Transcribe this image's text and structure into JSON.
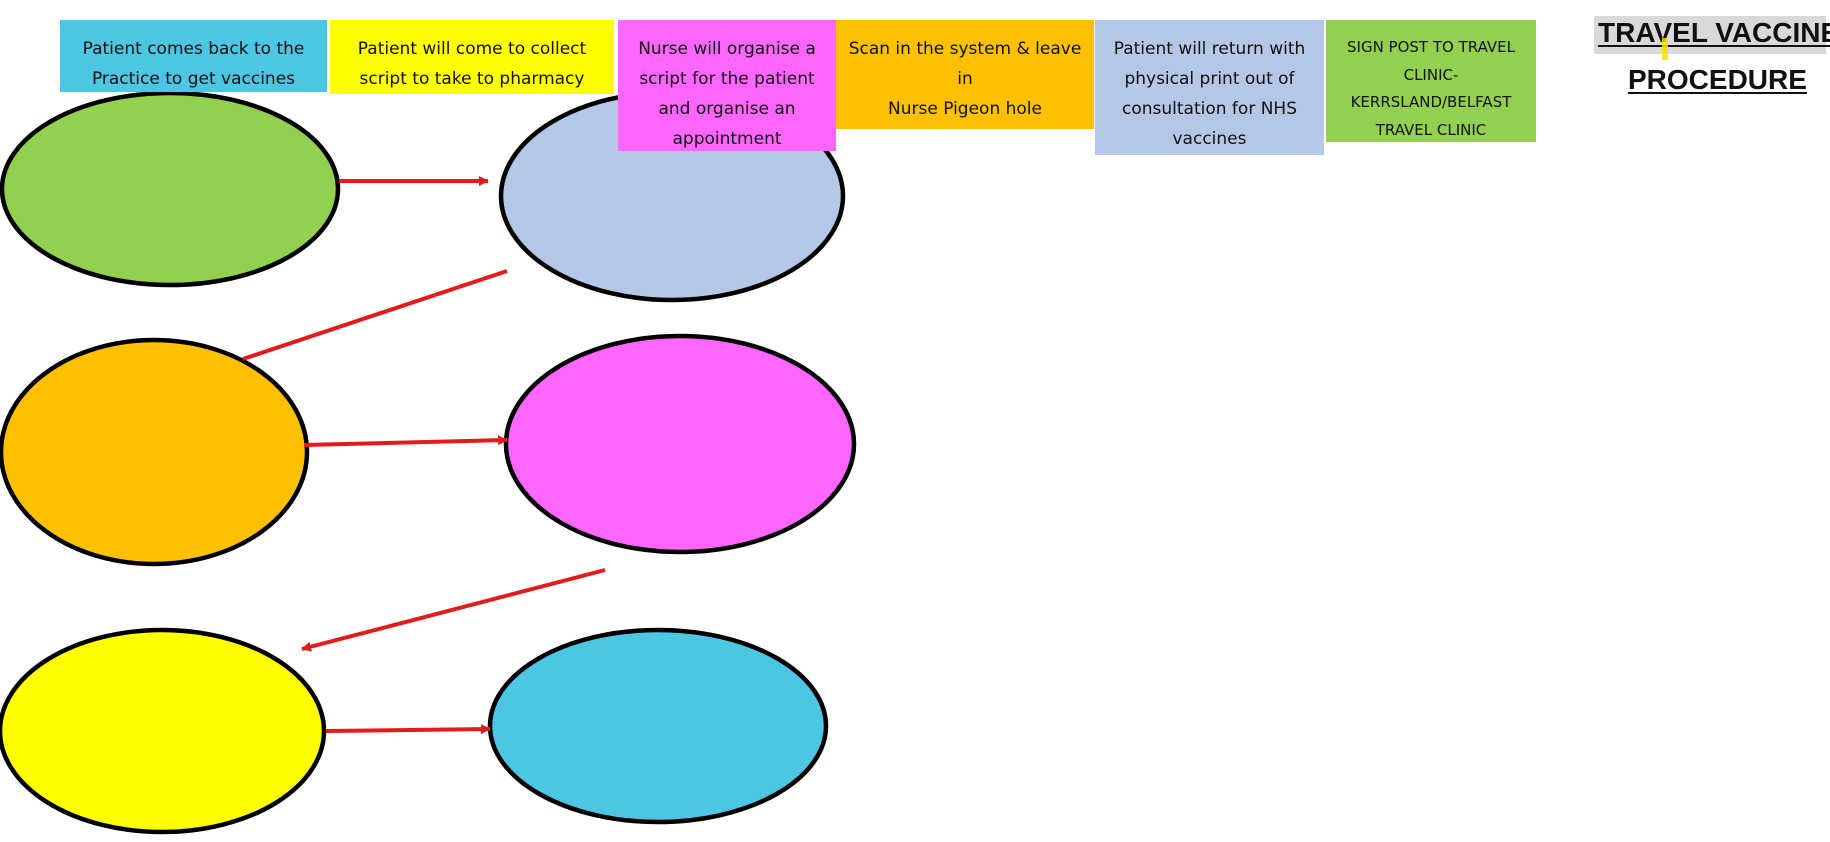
{
  "title": {
    "line1": "TRAVEL VACCINE",
    "line2": "PROCEDURE"
  },
  "legend": [
    {
      "key": "cyan",
      "color": "#4dc6e4",
      "lines": [
        "Patient comes back to the",
        "Practice to get vaccines"
      ]
    },
    {
      "key": "yellow",
      "color": "#ffff00",
      "lines": [
        "Patient will come to collect",
        "script to take to pharmacy"
      ]
    },
    {
      "key": "magenta",
      "color": "#ff66ff",
      "lines": [
        "Nurse will organise a",
        "script for the patient",
        "and organise an",
        "appointment"
      ]
    },
    {
      "key": "orange",
      "color": "#ffc000",
      "lines": [
        "Scan in the system & leave in",
        "Nurse Pigeon hole"
      ]
    },
    {
      "key": "lightblue",
      "color": "#b4c7e7",
      "lines": [
        "Patient will return with",
        "physical print out of",
        "consultation for NHS",
        "vaccines"
      ]
    },
    {
      "key": "green",
      "color": "#92d050",
      "lines": [
        "SIGN POST TO TRAVEL",
        "CLINIC-",
        "KERRSLAND/BELFAST",
        "TRAVEL CLINIC"
      ]
    }
  ],
  "flow": {
    "nodes": [
      {
        "id": "green-start",
        "color": "#92d050"
      },
      {
        "id": "lightblue-return",
        "color": "#b4c7e7"
      },
      {
        "id": "orange-scan",
        "color": "#ffc000"
      },
      {
        "id": "magenta-nurse",
        "color": "#ff66ff"
      },
      {
        "id": "yellow-collect",
        "color": "#ffff00"
      },
      {
        "id": "cyan-vaccines",
        "color": "#4dc6e4"
      }
    ],
    "edges": [
      {
        "from": "green-start",
        "to": "lightblue-return"
      },
      {
        "from": "lightblue-return",
        "to": "orange-scan"
      },
      {
        "from": "orange-scan",
        "to": "magenta-nurse"
      },
      {
        "from": "magenta-nurse",
        "to": "yellow-collect"
      },
      {
        "from": "yellow-collect",
        "to": "cyan-vaccines"
      }
    ],
    "arrow_color": "#e31b1b",
    "outline_color": "#000000"
  }
}
